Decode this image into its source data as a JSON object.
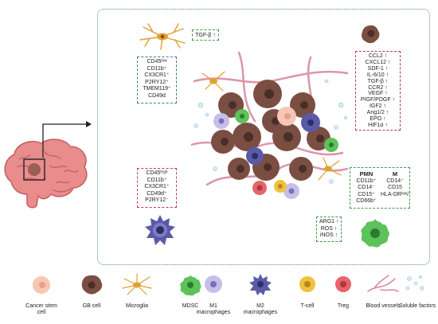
{
  "tgf_box": "TGF-β ↑",
  "microglia_markers": [
    "CD45ˡᵒʷ",
    "CD11b⁺",
    "CX3CR1⁺",
    "P2RY12⁺",
    "TMEM119⁺",
    "CD49d"
  ],
  "gb_factors": [
    "CCL2 ↑",
    "CXCL12 ↑",
    "SDF-1 ↑",
    "IL-6/10 ↑",
    "TGF-β ↑",
    "CCR2 ↑",
    "VEGF ↑",
    "PIGF/PDGF ↑",
    "IGF2 ↑",
    "Ang1/2 ↑",
    "EPO ↑",
    "HIF1α ↑"
  ],
  "macrophage_markers": [
    "CD45ʰⁱᵍʰ",
    "CD11b⁺",
    "CX3CR1⁺",
    "CD49d⁺",
    "P2RY12⁻"
  ],
  "mdsc_pmn": {
    "title": "PMN",
    "items": [
      "CD11b⁺",
      "CD14⁻",
      "CD15⁺",
      "CD66b⁺"
    ]
  },
  "mdsc_m": {
    "title": "M",
    "items": [
      "CD14⁺",
      "CD15",
      "HLA-DRˡᵒʷ/⁻"
    ]
  },
  "mdsc_effects": [
    "ARG1 ↑",
    "ROS ↑",
    "iNOS ↑"
  ],
  "legend": [
    {
      "label": "Cancer stem\ncell",
      "icon": "cancer-stem-cell"
    },
    {
      "label": "GB  cell",
      "icon": "gb-cell"
    },
    {
      "label": "Microglia",
      "icon": "microglia"
    },
    {
      "label": "MDSC",
      "icon": "mdsc"
    },
    {
      "label": "M1\nmacrophages",
      "icon": "m1-macrophage"
    },
    {
      "label": "M2\nmacrophages",
      "icon": "m2-macrophage"
    },
    {
      "label": "T-cell",
      "icon": "t-cell"
    },
    {
      "label": "Treg",
      "icon": "treg"
    },
    {
      "label": "Blood vessels",
      "icon": "blood-vessel"
    },
    {
      "label": "Soluble factors",
      "icon": "soluble-factors"
    }
  ],
  "colors": {
    "frame": "#5b8fa8",
    "gb": "#8a5a4a",
    "microglia": "#e0a030",
    "mdsc": "#5cc25a",
    "m1": "#b7aee0",
    "m2": "#5a5aa8",
    "tcell": "#f2c040",
    "treg": "#e8636a",
    "vessel": "#d98aa0",
    "csc": "#f5c7b4",
    "brain": "#e8898a"
  }
}
